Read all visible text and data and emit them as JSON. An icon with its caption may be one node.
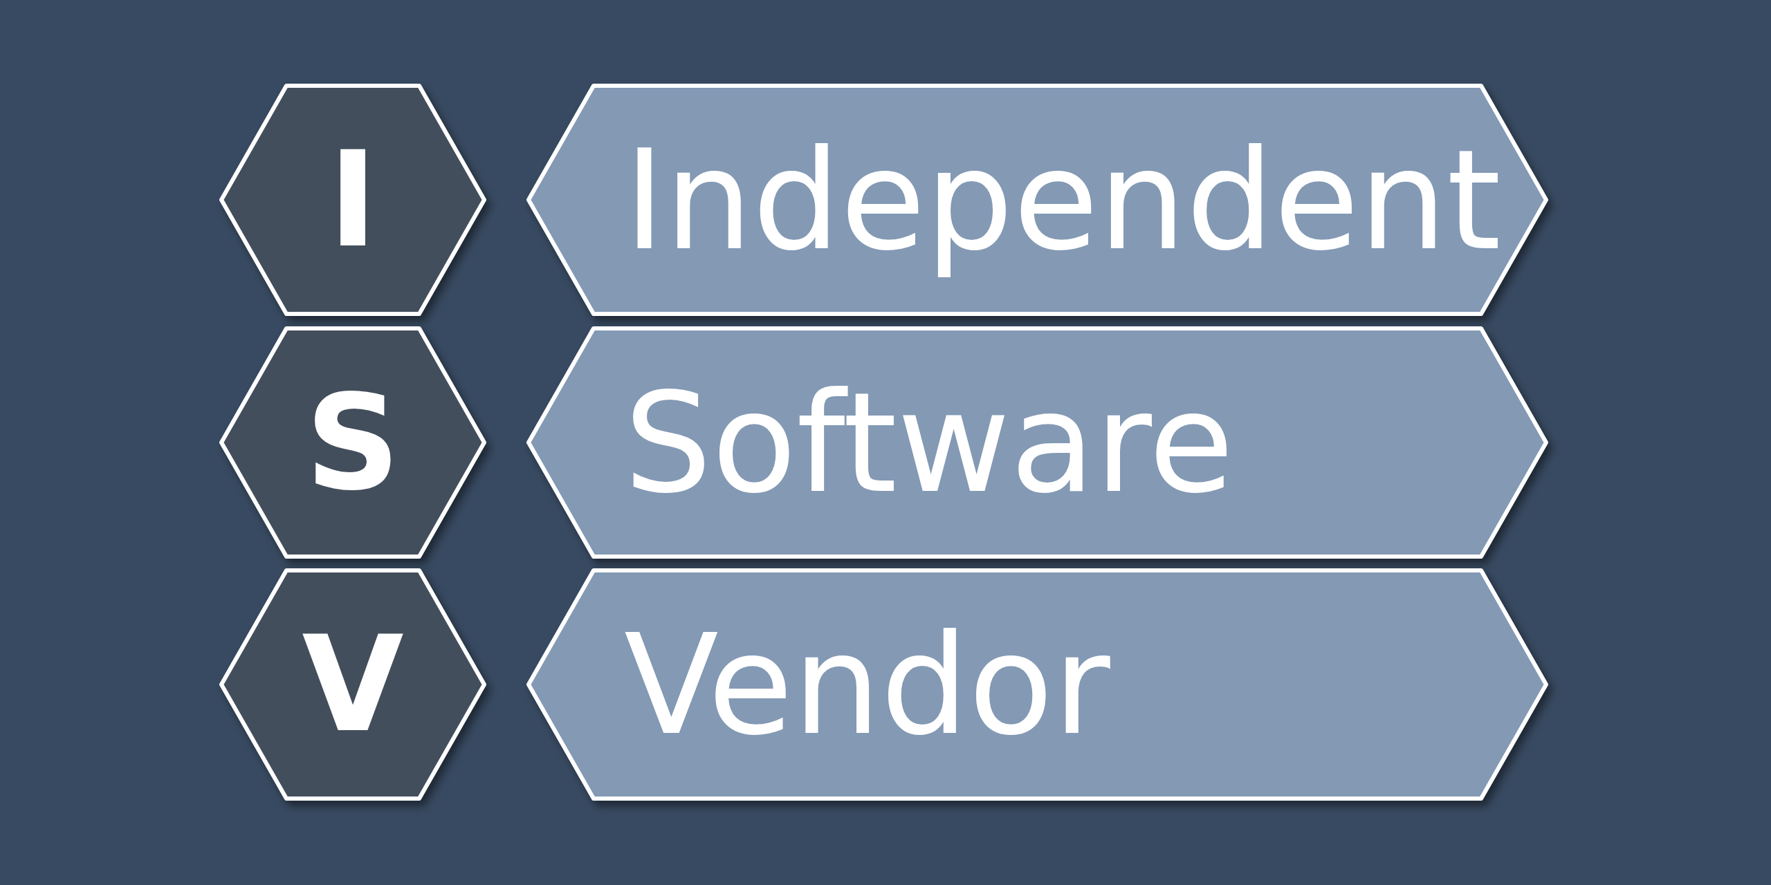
{
  "diagram": {
    "nodes": [
      {
        "text": [
          "I"
        ]
      },
      {
        "text": [
          "S"
        ]
      },
      {
        "text": [
          "V"
        ]
      },
      {
        "text": [
          "Independent"
        ]
      },
      {
        "text": [
          "Software"
        ]
      },
      {
        "text": [
          "Vendor"
        ]
      }
    ],
    "edges": []
  }
}
